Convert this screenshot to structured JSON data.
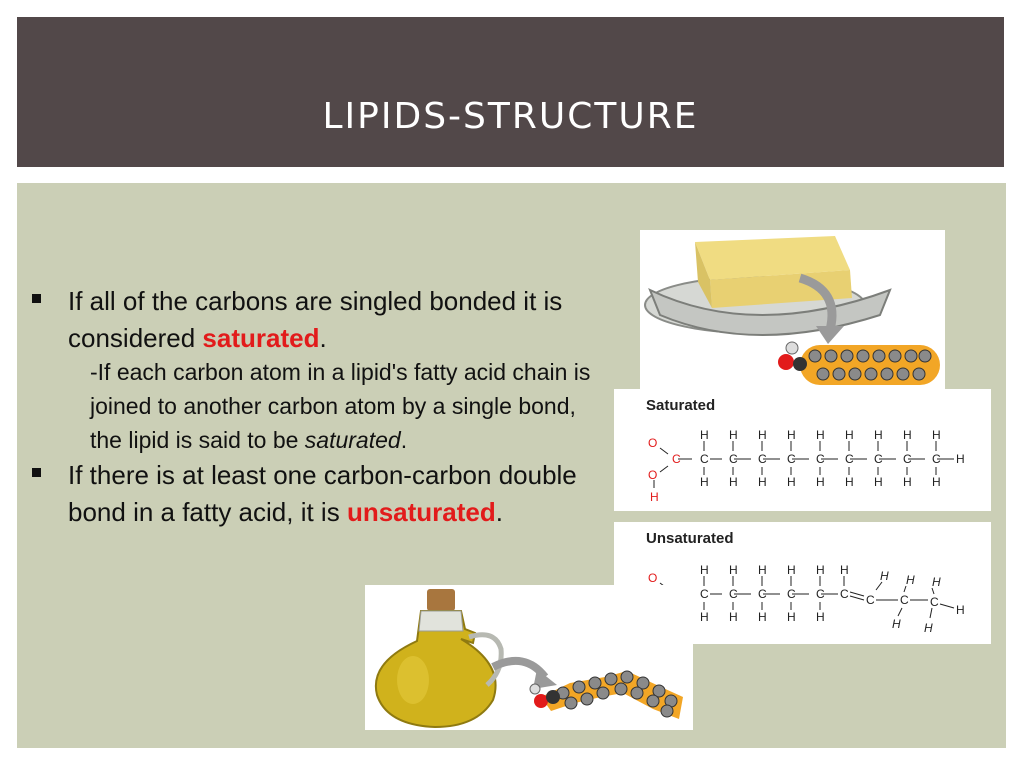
{
  "slide": {
    "title": "LIPIDS-STRUCTURE"
  },
  "bullets": [
    {
      "text_before": "If all of the carbons are singled bonded it is considered ",
      "highlight": "saturated",
      "text_after": ".",
      "sub_text": "-If each carbon atom in a lipid's fatty acid chain is joined to another carbon atom by a single bond, the lipid is said to be ",
      "sub_italic": "saturated",
      "sub_after": "."
    },
    {
      "text_before": "If there is at least one carbon-carbon double bond in a fatty acid, it is ",
      "highlight": "unsaturated",
      "text_after": "."
    }
  ],
  "diagrams": {
    "saturated_label": "Saturated",
    "unsaturated_label": "Unsaturated"
  },
  "colors": {
    "header_bg": "#524849",
    "content_bg": "#cbcfb6",
    "highlight": "#e21b1b",
    "oxygen": "#e21b1b"
  }
}
